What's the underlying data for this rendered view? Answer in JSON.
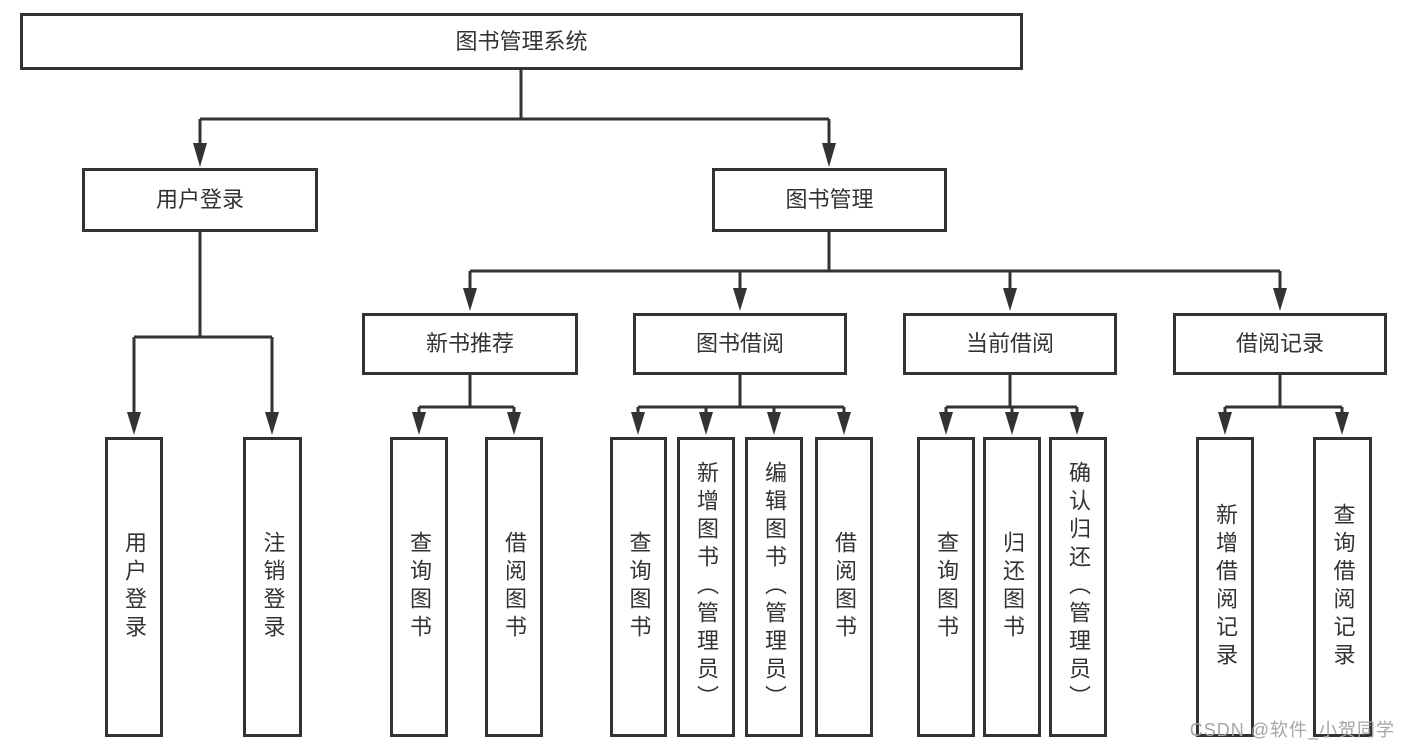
{
  "colors": {
    "line": "#333333",
    "text": "#333333",
    "box_background": "#ffffff",
    "page_background": "#ffffff",
    "watermark": "#a6a6a6"
  },
  "watermark": {
    "text": "CSDN @软件_小贺同学"
  },
  "nodes": {
    "root": {
      "label": "图书管理系统"
    },
    "user_login": {
      "label": "用户登录"
    },
    "book_management": {
      "label": "图书管理"
    },
    "new_book_recommend": {
      "label": "新书推荐"
    },
    "book_borrow": {
      "label": "图书借阅"
    },
    "current_borrow": {
      "label": "当前借阅"
    },
    "borrow_record": {
      "label": "借阅记录"
    },
    "leaf_user_login": {
      "label": "用户登录"
    },
    "leaf_logout": {
      "label": "注销登录"
    },
    "leaf_query_book_recommend": {
      "label": "查询图书"
    },
    "leaf_borrow_book_recommend": {
      "label": "借阅图书"
    },
    "leaf_query_book_borrow": {
      "label": "查询图书"
    },
    "leaf_add_book_admin": {
      "label": "新增图书（管理员）"
    },
    "leaf_edit_book_admin": {
      "label": "编辑图书（管理员）"
    },
    "leaf_borrow_book_borrow": {
      "label": "借阅图书"
    },
    "leaf_query_book_current": {
      "label": "查询图书"
    },
    "leaf_return_book": {
      "label": "归还图书"
    },
    "leaf_confirm_return_admin": {
      "label": "确认归还（管理员）"
    },
    "leaf_add_borrow_record": {
      "label": "新增借阅记录"
    },
    "leaf_query_borrow_record": {
      "label": "查询借阅记录"
    }
  },
  "edges": [
    [
      "root",
      "user_login"
    ],
    [
      "root",
      "book_management"
    ],
    [
      "user_login",
      "leaf_user_login"
    ],
    [
      "user_login",
      "leaf_logout"
    ],
    [
      "book_management",
      "new_book_recommend"
    ],
    [
      "book_management",
      "book_borrow"
    ],
    [
      "book_management",
      "current_borrow"
    ],
    [
      "book_management",
      "borrow_record"
    ],
    [
      "new_book_recommend",
      "leaf_query_book_recommend"
    ],
    [
      "new_book_recommend",
      "leaf_borrow_book_recommend"
    ],
    [
      "book_borrow",
      "leaf_query_book_borrow"
    ],
    [
      "book_borrow",
      "leaf_add_book_admin"
    ],
    [
      "book_borrow",
      "leaf_edit_book_admin"
    ],
    [
      "book_borrow",
      "leaf_borrow_book_borrow"
    ],
    [
      "current_borrow",
      "leaf_query_book_current"
    ],
    [
      "current_borrow",
      "leaf_return_book"
    ],
    [
      "current_borrow",
      "leaf_confirm_return_admin"
    ],
    [
      "borrow_record",
      "leaf_add_borrow_record"
    ],
    [
      "borrow_record",
      "leaf_query_borrow_record"
    ]
  ]
}
